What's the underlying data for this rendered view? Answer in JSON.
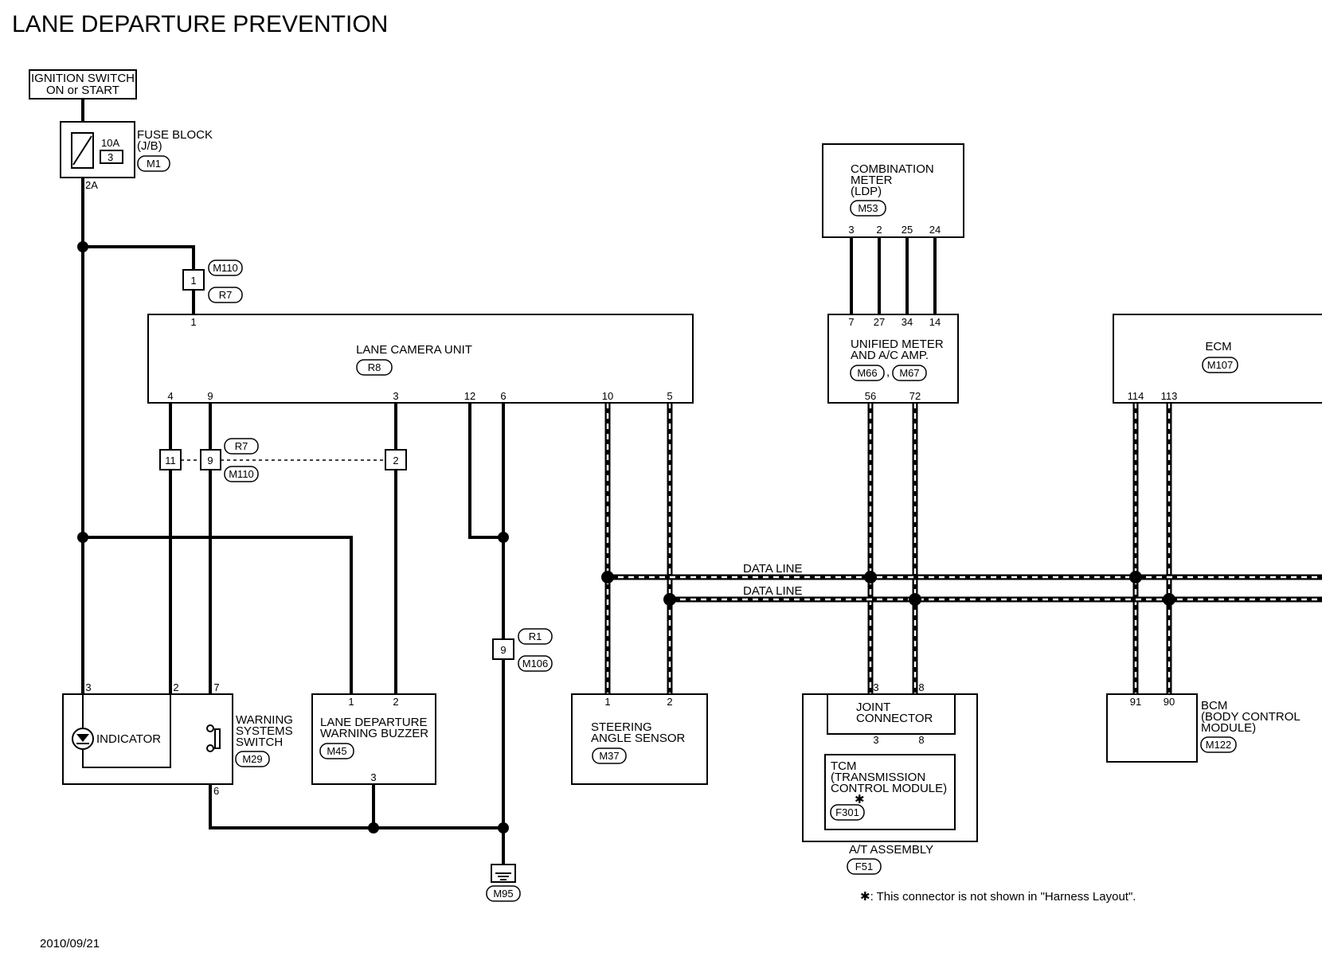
{
  "title": "LANE DEPARTURE PREVENTION",
  "date": "2010/09/21",
  "footnote": "✱: This connector is not shown in \"Harness Layout\".",
  "data_line_label": "DATA LINE",
  "components": {
    "ignition_switch": {
      "line1": "IGNITION SWITCH",
      "line2": "ON or START"
    },
    "fuse_block": {
      "line1": "FUSE BLOCK",
      "line2": "(J/B)",
      "connector": "M1",
      "rating": "10A",
      "fuse_no": "3",
      "out_pin": "2A"
    },
    "combination_meter": {
      "line1": "COMBINATION",
      "line2": "METER",
      "line3": "(LDP)",
      "connector": "M53",
      "pins": [
        "3",
        "2",
        "25",
        "24"
      ]
    },
    "lane_camera_unit": {
      "name": "LANE CAMERA UNIT",
      "connector": "R8",
      "pin_top": "1",
      "pins_bottom": [
        "4",
        "9",
        "3",
        "12",
        "6",
        "10",
        "5"
      ]
    },
    "unified_meter": {
      "line1": "UNIFIED METER",
      "line2": "AND A/C AMP.",
      "connectors": [
        "M66",
        "M67"
      ],
      "pins_top": [
        "7",
        "27",
        "34",
        "14"
      ],
      "pins_bottom": [
        "56",
        "72"
      ]
    },
    "ecm": {
      "name": "ECM",
      "connector": "M107",
      "pins": [
        "114",
        "113"
      ]
    },
    "indicator": {
      "name": "INDICATOR",
      "pins": [
        "3",
        "2"
      ]
    },
    "warning_switch": {
      "line1": "WARNING",
      "line2": "SYSTEMS",
      "line3": "SWITCH",
      "connector": "M29",
      "pin_top": "7",
      "pin_bottom": "6"
    },
    "buzzer": {
      "line1": "LANE DEPARTURE",
      "line2": "WARNING BUZZER",
      "connector": "M45",
      "pins_top": [
        "1",
        "2"
      ],
      "pin_bottom": "3"
    },
    "steering_sensor": {
      "line1": "STEERING",
      "line2": "ANGLE SENSOR",
      "connector": "M37",
      "pins": [
        "1",
        "2"
      ]
    },
    "joint_connector": {
      "line1": "JOINT",
      "line2": "CONNECTOR",
      "pins_top": [
        "3",
        "8"
      ],
      "pins_bottom": [
        "3",
        "8"
      ]
    },
    "tcm": {
      "line1": "TCM",
      "line2": "(TRANSMISSION",
      "line3": "CONTROL MODULE)",
      "connector": "F301",
      "star": "✱"
    },
    "at_assembly": {
      "name": "A/T ASSEMBLY",
      "connector": "F51"
    },
    "bcm": {
      "line1": "BCM",
      "line2": "(BODY CONTROL",
      "line3": "MODULE)",
      "connector": "M122",
      "pins": [
        "91",
        "90"
      ]
    },
    "ground": {
      "connector": "M95"
    }
  },
  "junctions": {
    "j_top": {
      "pin": "1",
      "connectors": [
        "M110",
        "R7"
      ]
    },
    "j_mid": {
      "pins": [
        "11",
        "9",
        "2"
      ],
      "connectors": [
        "R7",
        "M110"
      ]
    },
    "j_gnd": {
      "pin": "9",
      "connectors": [
        "R1",
        "M106"
      ]
    }
  }
}
